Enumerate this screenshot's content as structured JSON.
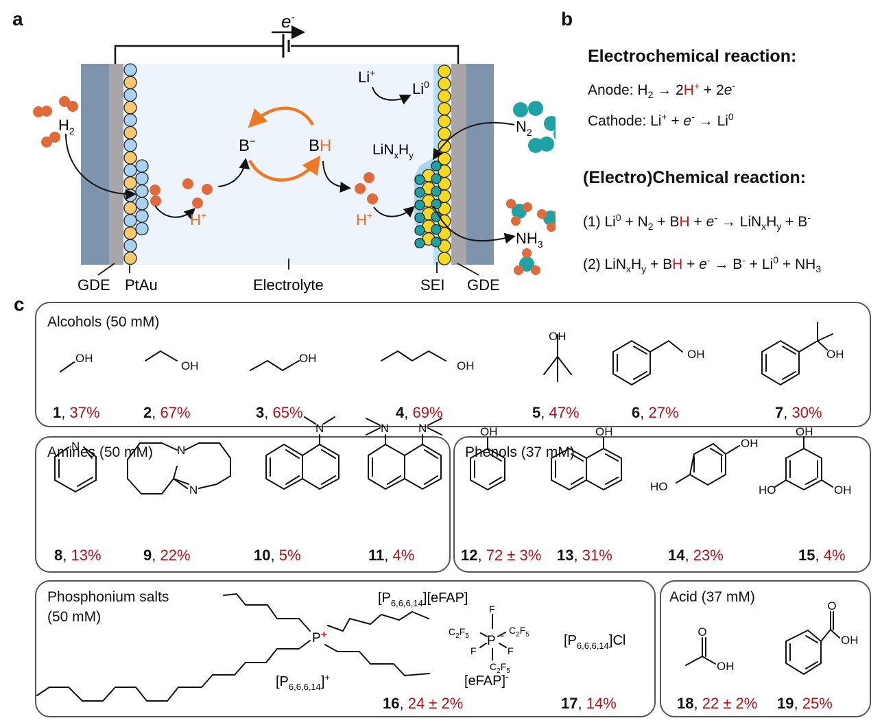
{
  "panel_labels": {
    "a": "a",
    "b": "b",
    "c": "c"
  },
  "panel_a": {
    "electron_label": "e",
    "electron_sup": "-",
    "h2_label": "H",
    "h2_sub": "2",
    "proton_label": "H",
    "proton_sup": "+",
    "base_label": "B",
    "base_sup": "−",
    "acid_label_b": "B",
    "acid_label_h": "H",
    "li_plus": "Li",
    "li_plus_sup": "+",
    "li_zero": "Li",
    "li_zero_sup": "0",
    "linxhy": {
      "li": "LiN",
      "x": "x",
      "h": "H",
      "y": "y"
    },
    "n2_label": "N",
    "n2_sub": "2",
    "nh3_label": "NH",
    "nh3_sub": "3",
    "bottom_labels": {
      "gde_left": "GDE",
      "ptau": "PtAu",
      "electrolyte": "Electrolyte",
      "sei": "SEI",
      "gde_right": "GDE"
    },
    "colors": {
      "gde": "#7f93ad",
      "current_collector": "#a9a6a9",
      "electrolyte": "#eef4fb",
      "sei": "#b9def1",
      "pt_atom": "#a9d2f2",
      "au_atom": "#f7c970",
      "li_atom": "#f9d91c",
      "n_atom": "#1fa2a6",
      "h_atom": "#e06a3a",
      "cycle_arrow": "#f07822"
    }
  },
  "panel_b": {
    "electrochemical_title": "Electrochemical reaction:",
    "anode": {
      "label": "Anode: H",
      "sub": "2",
      "arrow": " → 2",
      "h": "H",
      "hsup": "+",
      "rest": " + 2",
      "e": "e",
      "esup": "-"
    },
    "cathode": {
      "label": "Cathode: Li",
      "sup": "+",
      "plus": " + ",
      "e": "e",
      "esup": "-",
      "arrow": " → Li",
      "zero": "0"
    },
    "chemical_title": "(Electro)Chemical reaction:",
    "reaction1": "(1) Li⁰ + N₂ + BH + e⁻ → LiNₓHᵧ + B⁻",
    "reaction2": "(2) LiNₓHᵧ + BH + e⁻ → B⁻ + Li⁰ + NH₃"
  },
  "panel_c": {
    "groups": [
      {
        "title": "Alcohols (50 mM)",
        "compounds": [
          {
            "num": "1",
            "yield": "37%",
            "name": "methanol"
          },
          {
            "num": "2",
            "yield": "67%",
            "name": "ethanol"
          },
          {
            "num": "3",
            "yield": "65%",
            "name": "1-propanol"
          },
          {
            "num": "4",
            "yield": "69%",
            "name": "1-butanol"
          },
          {
            "num": "5",
            "yield": "47%",
            "name": "tert-butanol"
          },
          {
            "num": "6",
            "yield": "27%",
            "name": "benzyl alcohol"
          },
          {
            "num": "7",
            "yield": "30%",
            "name": "2-phenyl-2-propanol"
          }
        ]
      },
      {
        "title": "Amines (50 mM)",
        "compounds": [
          {
            "num": "8",
            "yield": "13%",
            "name": "pyridine"
          },
          {
            "num": "9",
            "yield": "22%",
            "name": "DBU"
          },
          {
            "num": "10",
            "yield": "5%",
            "name": "N,N-dimethyl-1-naphthylamine"
          },
          {
            "num": "11",
            "yield": "4%",
            "name": "proton sponge"
          }
        ]
      },
      {
        "title": "Phenols (37 mM)",
        "compounds": [
          {
            "num": "12",
            "yield": "72 ± 3%",
            "name": "phenol"
          },
          {
            "num": "13",
            "yield": "31%",
            "name": "1-naphthol"
          },
          {
            "num": "14",
            "yield": "23%",
            "name": "hydroquinone"
          },
          {
            "num": "15",
            "yield": "4%",
            "name": "phloroglucinol"
          }
        ]
      },
      {
        "title_line1": "Phosphonium salts",
        "title_line2": "(50 mM)",
        "compounds": [
          {
            "num": "16",
            "yield": "24 ± 2%",
            "name": "[P6,6,6,14][eFAP]"
          },
          {
            "num": "17",
            "yield": "14%",
            "name": "[P6,6,6,14]Cl"
          }
        ]
      },
      {
        "title": "Acid (37 mM)",
        "compounds": [
          {
            "num": "18",
            "yield": "22 ± 2%",
            "name": "acetic acid"
          },
          {
            "num": "19",
            "yield": "25%",
            "name": "benzoic acid"
          }
        ]
      }
    ],
    "mol_labels": {
      "oh": "OH",
      "ho": "HO",
      "n": "N",
      "o": "O",
      "p": "P",
      "f": "F",
      "plus": "+",
      "minus": "−",
      "c2f5_c": "C",
      "c2f5_2": "2",
      "c2f5_f": "F",
      "c2f5_5": "5",
      "cation_label": "[P",
      "cation_sub": "6,6,6,14",
      "cation_close": "]",
      "cation_sup": "+",
      "efap_title_pre": "[P",
      "efap_title_sub": "6,6,6,14",
      "efap_title_post": "][eFAP]",
      "efap_anion": "[eFAP]",
      "efap_anion_sup": "-",
      "cl_pre": "[P",
      "cl_sub": "6,6,6,14",
      "cl_post": "]Cl"
    }
  }
}
